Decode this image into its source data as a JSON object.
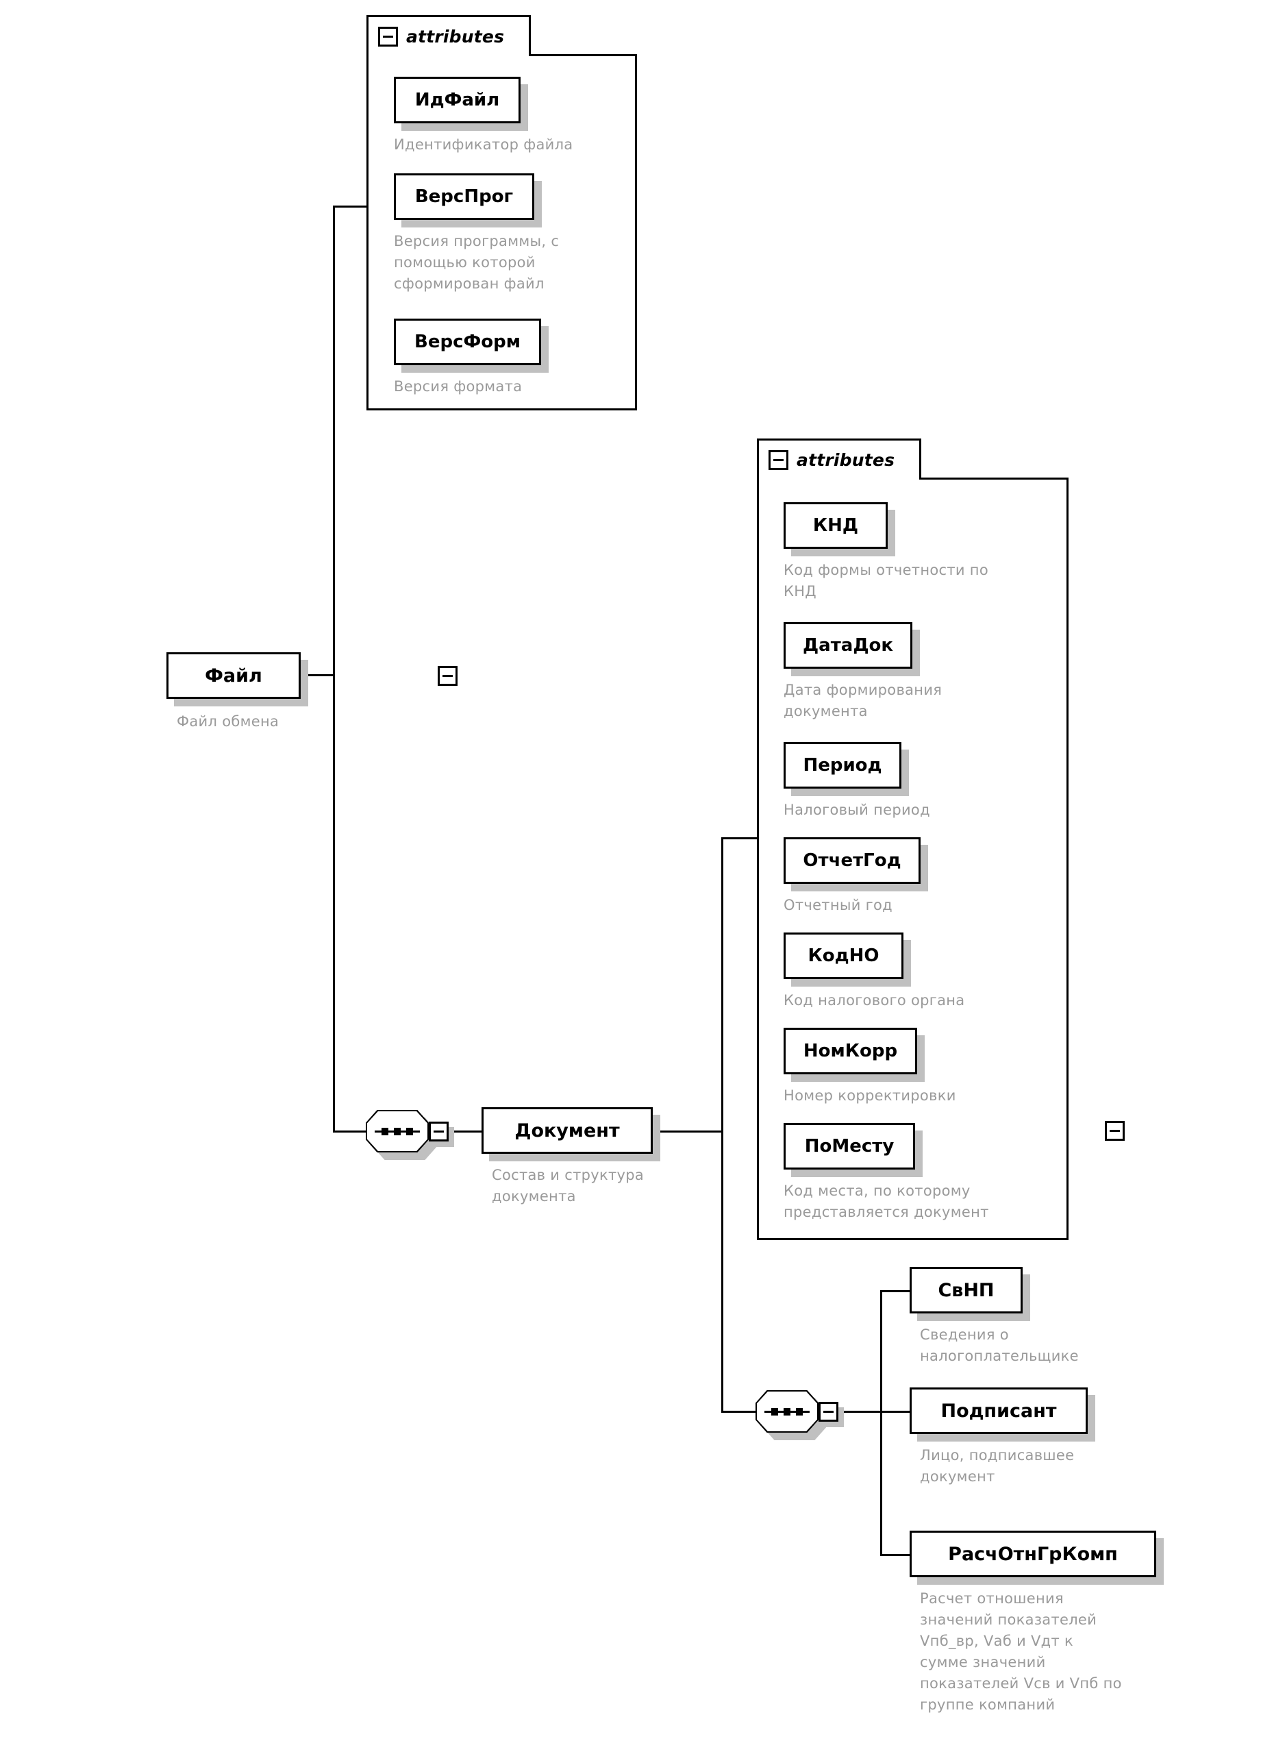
{
  "diagram": {
    "title": "XSD schema tree",
    "attributes_label": "attributes",
    "colors": {
      "line": "#000000",
      "shadow": "#c0c0c0",
      "doc_text": "#9a9a9a",
      "box_fill": "#ffffff"
    }
  },
  "root": {
    "name": "Файл",
    "doc": "Файл обмена",
    "toggle": "minus"
  },
  "file_attributes": [
    {
      "name": "ИдФайл",
      "doc": "Идентификатор файла"
    },
    {
      "name": "ВерсПрог",
      "doc": "Версия программы, с\nпомощью которой\nсформирован файл"
    },
    {
      "name": "ВерсФорм",
      "doc": "Версия формата"
    }
  ],
  "document": {
    "name": "Документ",
    "doc": "Состав и структура\nдокумента",
    "toggle": "minus"
  },
  "document_attributes": [
    {
      "name": "КНД",
      "doc": "Код формы отчетности по\nКНД"
    },
    {
      "name": "ДатаДок",
      "doc": "Дата формирования\nдокумента"
    },
    {
      "name": "Период",
      "doc": "Налоговый период"
    },
    {
      "name": "ОтчетГод",
      "doc": "Отчетный год"
    },
    {
      "name": "КодНО",
      "doc": "Код налогового органа"
    },
    {
      "name": "НомКорр",
      "doc": "Номер корректировки"
    },
    {
      "name": "ПоМесту",
      "doc": "Код места, по которому\nпредставляется документ"
    }
  ],
  "document_children": [
    {
      "name": "СвНП",
      "doc": "Сведения о\nналогоплательщике",
      "toggle": "plus"
    },
    {
      "name": "Подписант",
      "doc": "Лицо, подписавшее\nдокумент",
      "toggle": "plus"
    },
    {
      "name": "РасчОтнГрКомп",
      "doc": "Расчет отношения\nзначений показателей\nVпб_вр, Vаб и Vдт к\nсумме значений\nпоказателей Vсв и Vпб по\nгруппе компаний",
      "toggle": "plus"
    }
  ]
}
